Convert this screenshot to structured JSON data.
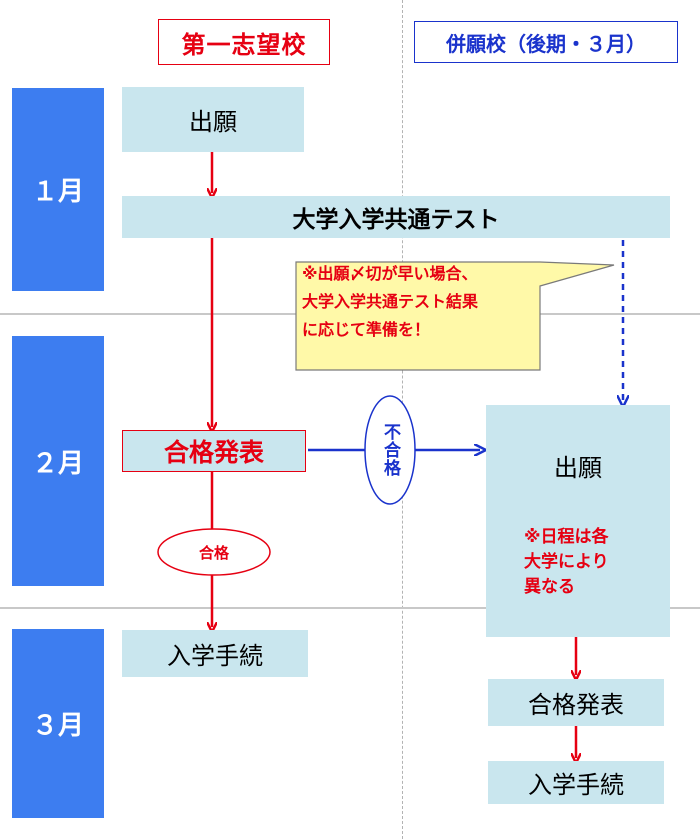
{
  "headers": {
    "first_choice": "第一志望校",
    "second_choice": "併願校（後期・３月）"
  },
  "months": {
    "jan": "１月",
    "feb": "２月",
    "mar": "３月"
  },
  "first_choice_flow": {
    "apply": "出願",
    "common_test": "大学入学共通テスト",
    "result": "合格発表",
    "pass_label": "合格",
    "enroll": "入学手続"
  },
  "fail_label": "不合格",
  "callout": {
    "line1": "※出願〆切が早い場合、",
    "line2": "大学入学共通テスト結果",
    "line3": "に応じて準備を！"
  },
  "second_choice_flow": {
    "apply": "出願",
    "note_line1": "※日程は各",
    "note_line2": "大学により",
    "note_line3": "異なる",
    "result": "合格発表",
    "enroll": "入学手続"
  },
  "colors": {
    "month_bar": "#3d7df0",
    "box_fill": "#c9e6ee",
    "red": "#e60012",
    "blue": "#1a33cc",
    "callout_fill": "#fff9a8"
  }
}
